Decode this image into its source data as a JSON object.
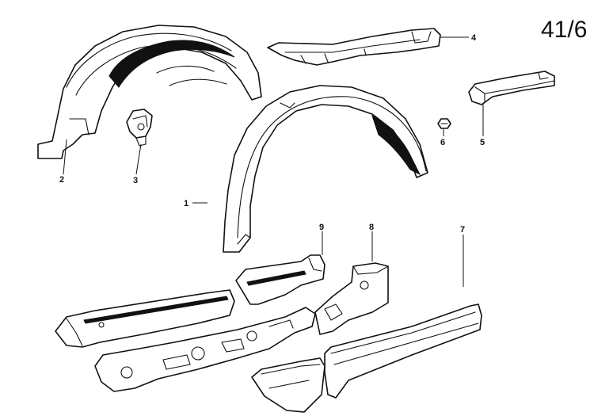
{
  "page_number": "41/6",
  "callouts": {
    "c1": "1",
    "c2": "2",
    "c3": "3",
    "c4": "4",
    "c5": "5",
    "c6": "6",
    "c7": "7",
    "c8": "8",
    "c9": "9"
  }
}
